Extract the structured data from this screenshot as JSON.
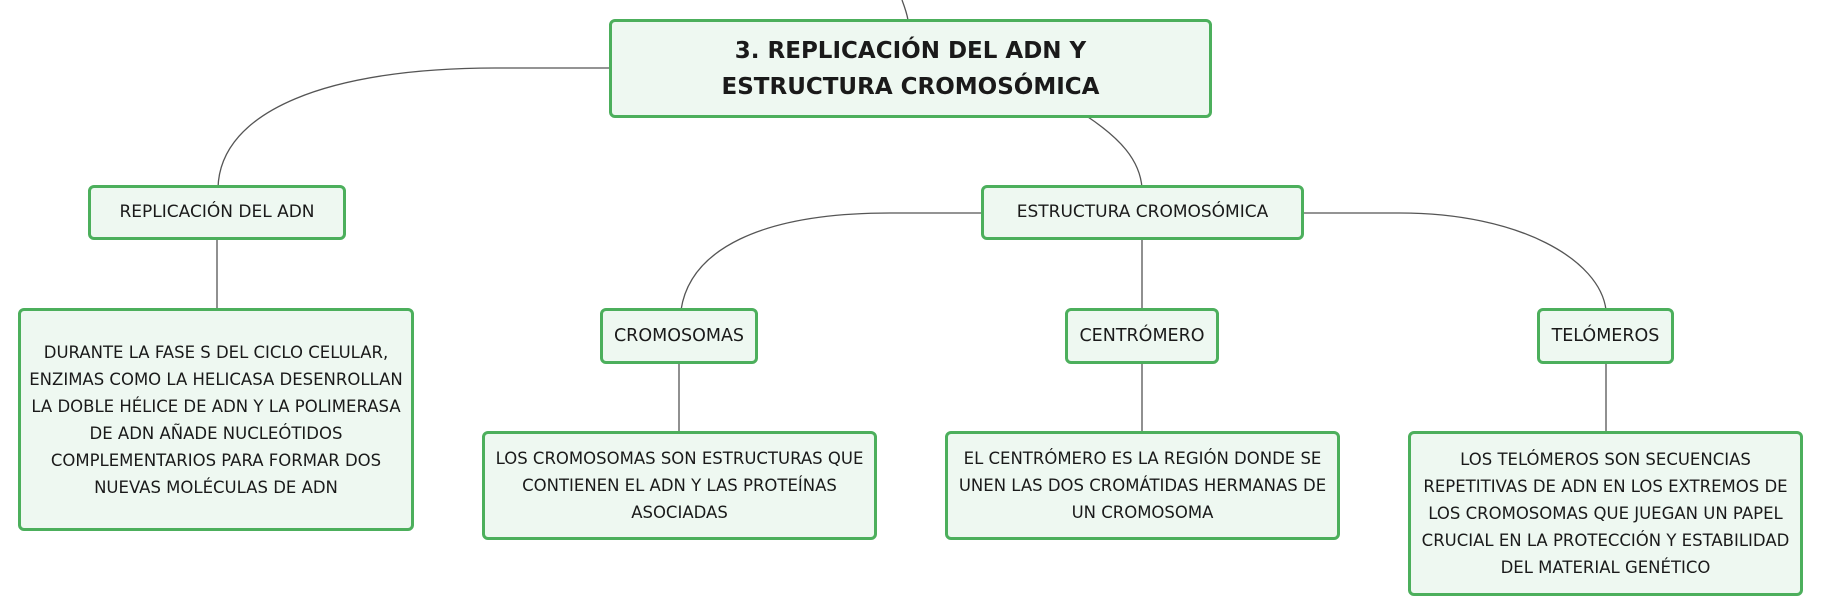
{
  "colors": {
    "node_border": "#4caf5c",
    "node_fill": "#eef8f1",
    "connector": "#555555"
  },
  "root": {
    "label": "3. REPLICACIÓN DEL ADN Y ESTRUCTURA CROMOSÓMICA"
  },
  "branches": {
    "replicacion": {
      "label": "REPLICACIÓN DEL ADN",
      "detail": "DURANTE LA FASE S DEL CICLO CELULAR, ENZIMAS COMO LA HELICASA DESENROLLAN LA DOBLE HÉLICE DE ADN Y LA POLIMERASA DE ADN AÑADE NUCLEÓTIDOS COMPLEMENTARIOS PARA FORMAR DOS NUEVAS MOLÉCULAS DE ADN"
    },
    "estructura": {
      "label": "ESTRUCTURA CROMOSÓMICA",
      "children": {
        "cromosomas": {
          "label": "CROMOSOMAS",
          "detail": "LOS CROMOSOMAS SON ESTRUCTURAS QUE CONTIENEN EL ADN Y LAS PROTEÍNAS ASOCIADAS"
        },
        "centromero": {
          "label": "CENTRÓMERO",
          "detail": "EL CENTRÓMERO ES LA REGIÓN DONDE SE UNEN LAS DOS CROMÁTIDAS HERMANAS DE UN CROMOSOMA"
        },
        "telomeros": {
          "label": "TELÓMEROS",
          "detail": "LOS TELÓMEROS SON SECUENCIAS REPETITIVAS DE ADN EN LOS EXTREMOS DE LOS CROMOSOMAS QUE JUEGAN UN PAPEL CRUCIAL EN LA PROTECCIÓN Y ESTABILIDAD DEL MATERIAL GENÉTICO"
        }
      }
    }
  }
}
